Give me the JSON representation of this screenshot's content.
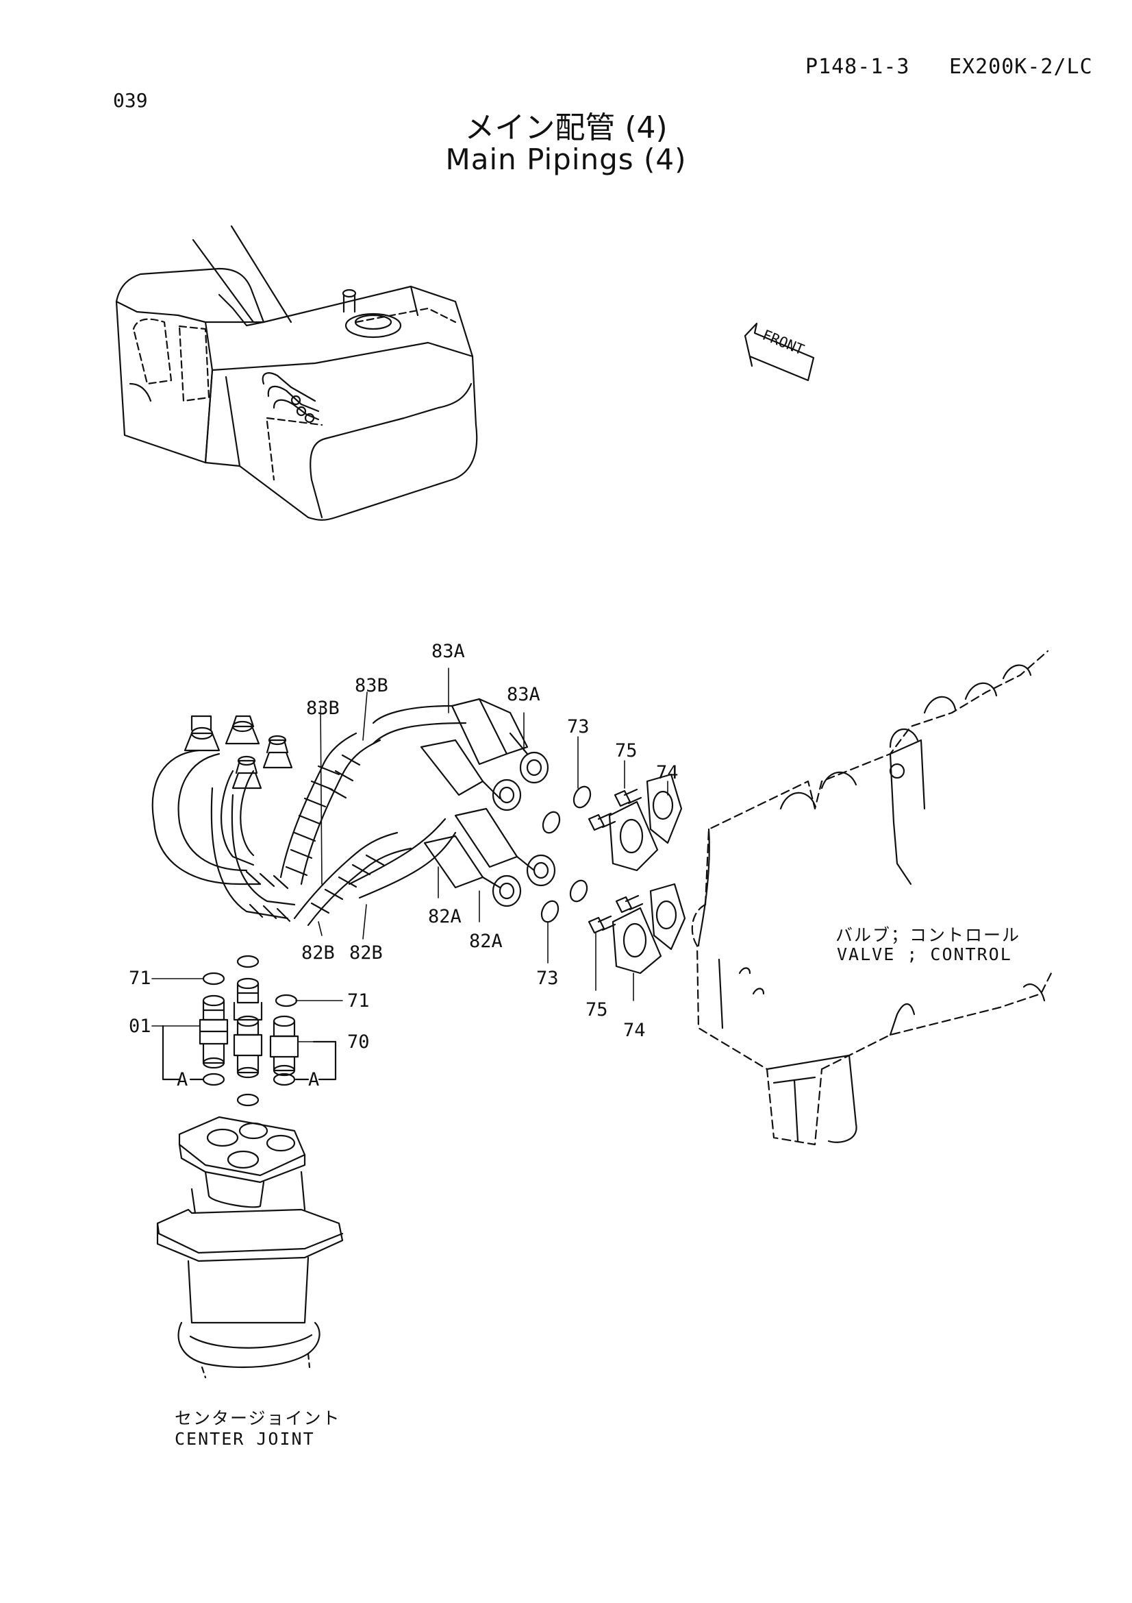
{
  "header": {
    "page_ref": "P148-1-3",
    "model": "EX200K-2/LC",
    "page_number": "039"
  },
  "title": {
    "japanese": "メイン配管 (4)",
    "english": "Main Pipings (4)"
  },
  "front_marker": "FRONT",
  "callouts": {
    "c83A_top": "83A",
    "c83A_right": "83A",
    "c83B_left": "83B",
    "c83B_right": "83B",
    "c73_top": "73",
    "c75_top": "75",
    "c74_top": "74",
    "c82A_left": "82A",
    "c82A_right": "82A",
    "c82B_left": "82B",
    "c82B_right": "82B",
    "c73_bottom": "73",
    "c75_bottom": "75",
    "c74_bottom": "74",
    "c71_left": "71",
    "c71_right": "71",
    "c01": "01",
    "c70": "70",
    "cA_left": "A",
    "cA_right": "A"
  },
  "components": {
    "valve_jp": "バルブ；コントロール",
    "valve_en": "VALVE ; CONTROL",
    "center_joint_jp": "センタージョイント",
    "center_joint_en": "CENTER  JOINT"
  }
}
